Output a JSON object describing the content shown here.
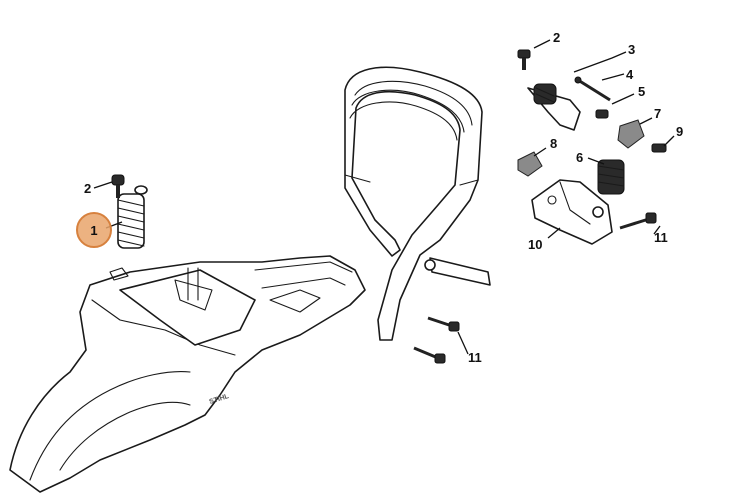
{
  "highlight_color": "#e9a46b",
  "callouts": {
    "c1": "1",
    "c2a": "2",
    "c2b": "2",
    "c3": "3",
    "c4": "4",
    "c5": "5",
    "c6": "6",
    "c7": "7",
    "c8": "8",
    "c9": "9",
    "c10": "10",
    "c11a": "11",
    "c11b": "11",
    "c11c": "11"
  },
  "highlighted_part": "1"
}
